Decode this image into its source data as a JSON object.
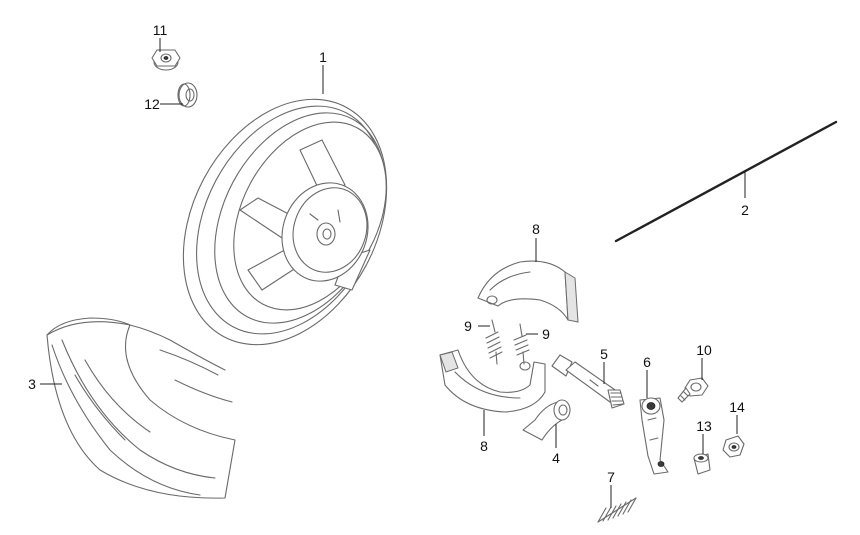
{
  "callouts": {
    "c1": "1",
    "c2": "2",
    "c3": "3",
    "c4": "4",
    "c5": "5",
    "c6": "6",
    "c7": "7",
    "c8a": "8",
    "c8b": "8",
    "c9a": "9",
    "c9b": "9",
    "c10": "10",
    "c11": "11",
    "c12": "12",
    "c13": "13",
    "c14": "14"
  },
  "colors": {
    "line": "#6a6a6a",
    "label": "#111111",
    "background": "#ffffff"
  }
}
